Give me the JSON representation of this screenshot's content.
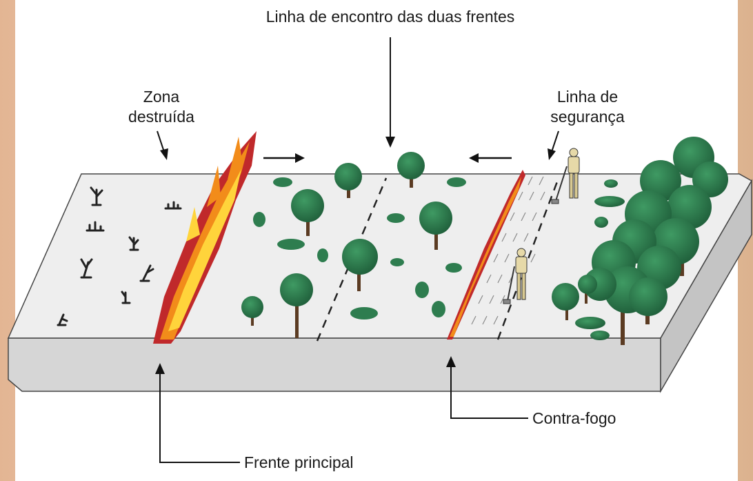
{
  "labels": {
    "meeting_line": "Linha de encontro das duas frentes",
    "destroyed_zone": [
      "Zona",
      "destruída"
    ],
    "safety_line": [
      "Linha de",
      "segurança"
    ],
    "counter_fire": "Contra-fogo",
    "main_front": "Frente principal"
  },
  "colors": {
    "top_surface": "#eeeeee",
    "side_face": "#d6d6d6",
    "edge": "#444444",
    "tree_canopy": "#2e7d4f",
    "tree_trunk": "#5b3b22",
    "fire_red": "#c0292b",
    "fire_orange": "#f28c1a",
    "fire_yellow": "#ffd43b",
    "firefighter_suit": "#e6d9a8",
    "border_frame": "#c9a27a"
  },
  "icons": {
    "firefighter": "firefighter-icon",
    "burned_stump": "burned-stump-icon",
    "tree": "tree-icon"
  }
}
